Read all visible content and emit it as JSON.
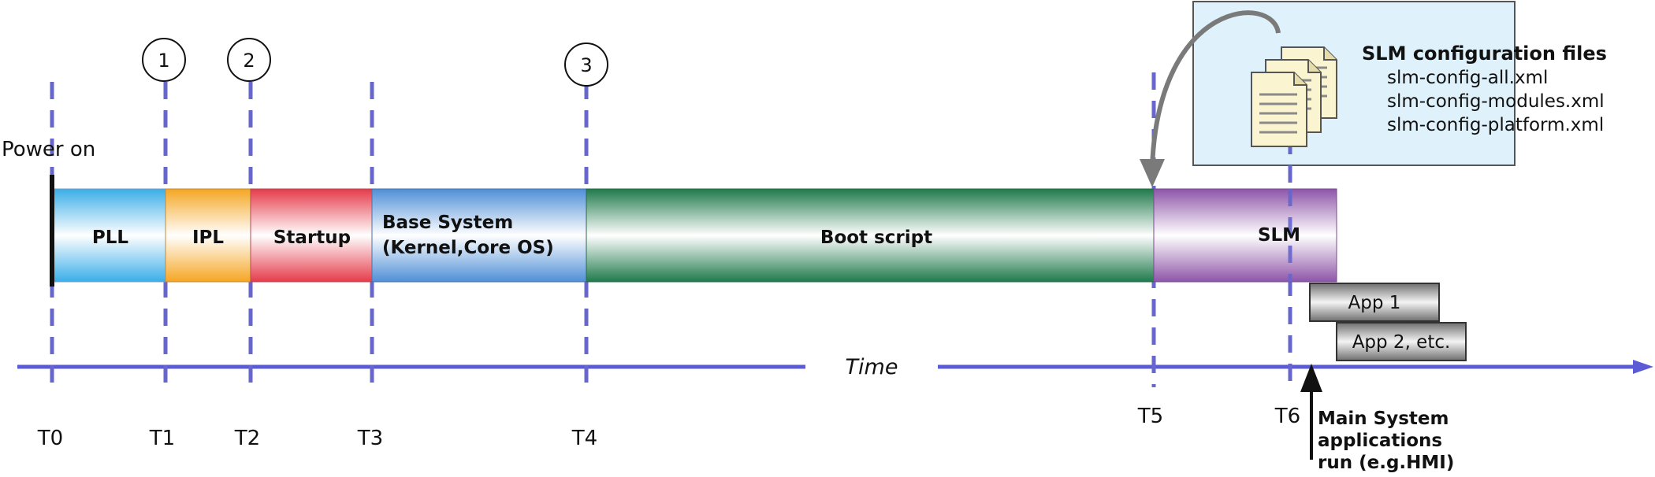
{
  "power_on_label": "Power on",
  "time_label": "Time",
  "segments": [
    {
      "id": "pll",
      "label": "PLL",
      "color": "#3aaee8"
    },
    {
      "id": "ipl",
      "label": "IPL",
      "color": "#f5a623"
    },
    {
      "id": "startup",
      "label": "Startup",
      "color": "#e53b4a"
    },
    {
      "id": "base",
      "label_line1": "Base System",
      "label_line2": "(Kernel,Core OS)",
      "color": "#4f8fd6"
    },
    {
      "id": "boot",
      "label": "Boot script",
      "color": "#1f7a4c"
    },
    {
      "id": "slm",
      "label": "SLM",
      "color": "#8e55a8"
    }
  ],
  "ticks": [
    "T0",
    "T1",
    "T2",
    "T3",
    "T4",
    "T5",
    "T6"
  ],
  "markers": [
    "1",
    "2",
    "3"
  ],
  "apps": [
    {
      "label": "App 1"
    },
    {
      "label": "App 2, etc."
    }
  ],
  "config_box": {
    "title": "SLM configuration files",
    "files": [
      "slm-config-all.xml",
      "slm-config-modules.xml",
      "slm-config-platform.xml"
    ],
    "fill": "#dff1fb"
  },
  "note": {
    "line1": "Main System",
    "line2": "applications",
    "line3": "run (e.g.HMI)"
  },
  "colors": {
    "timeline": "#5b5bd6",
    "dashed_line": "#6666cc",
    "app_fill": "#8c8c8c"
  },
  "icons": [
    "document-stack-icon",
    "curved-arrow-icon",
    "up-arrow-icon",
    "timeline-arrow-icon"
  ]
}
